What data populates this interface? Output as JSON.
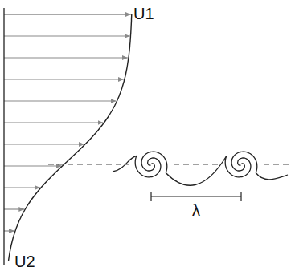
{
  "diagram": {
    "labels": [
      "U1",
      "U2",
      "λ"
    ]
  }
}
